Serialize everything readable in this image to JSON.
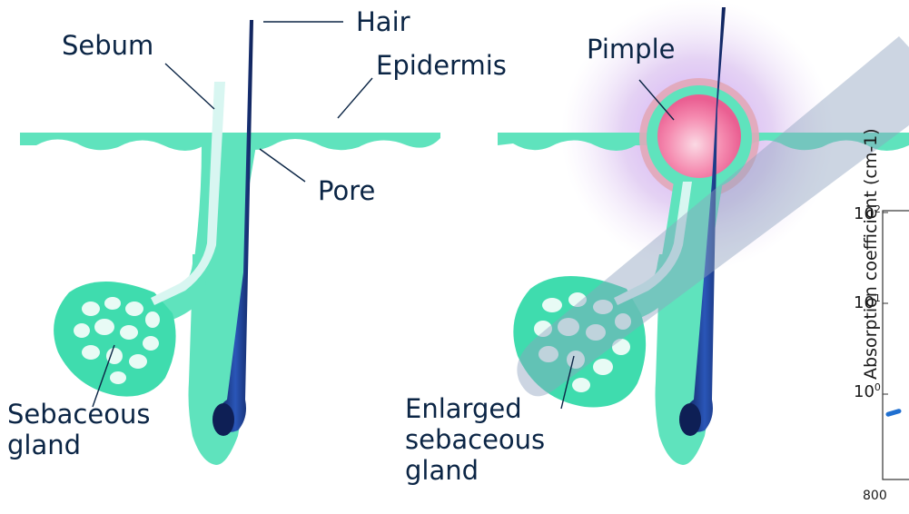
{
  "labels": {
    "hair": "Hair",
    "sebum": "Sebum",
    "epidermis": "Epidermis",
    "pore": "Pore",
    "sebaceous_gland_line1": "Sebaceous",
    "sebaceous_gland_line2": "gland",
    "pimple": "Pimple",
    "enlarged_line1": "Enlarged",
    "enlarged_line2": "sebaceous",
    "enlarged_line3": "gland"
  },
  "chart": {
    "ylabel": "Absorption coefficient (cm-1)",
    "y_tick_base": "10",
    "y_tick_exponents": [
      "2",
      "1",
      "0"
    ],
    "x_tick_first": "800"
  },
  "chart_data": {
    "type": "line",
    "ylabel": "Absorption coefficient (cm-1)",
    "y_scale": "log",
    "yticks": [
      "10^2",
      "10^1",
      "10^0"
    ],
    "xticks": [
      "800"
    ],
    "series": [
      {
        "x": [
          800,
          810
        ],
        "y": [
          0.6,
          0.65
        ]
      }
    ]
  },
  "colors": {
    "skin": "#5fe3bd",
    "skin_light": "#8ff0d2",
    "gland_fill": "#3fdcae",
    "hair": "#1c3f8c",
    "hair_dark": "#0e1f55",
    "sebum": "#d8f6f1",
    "pimple": "#f06a9a",
    "glow": "#c49be6",
    "beam": "#8fa2bf",
    "text": "#0b2545",
    "chart_line": "#1f6fd0"
  }
}
